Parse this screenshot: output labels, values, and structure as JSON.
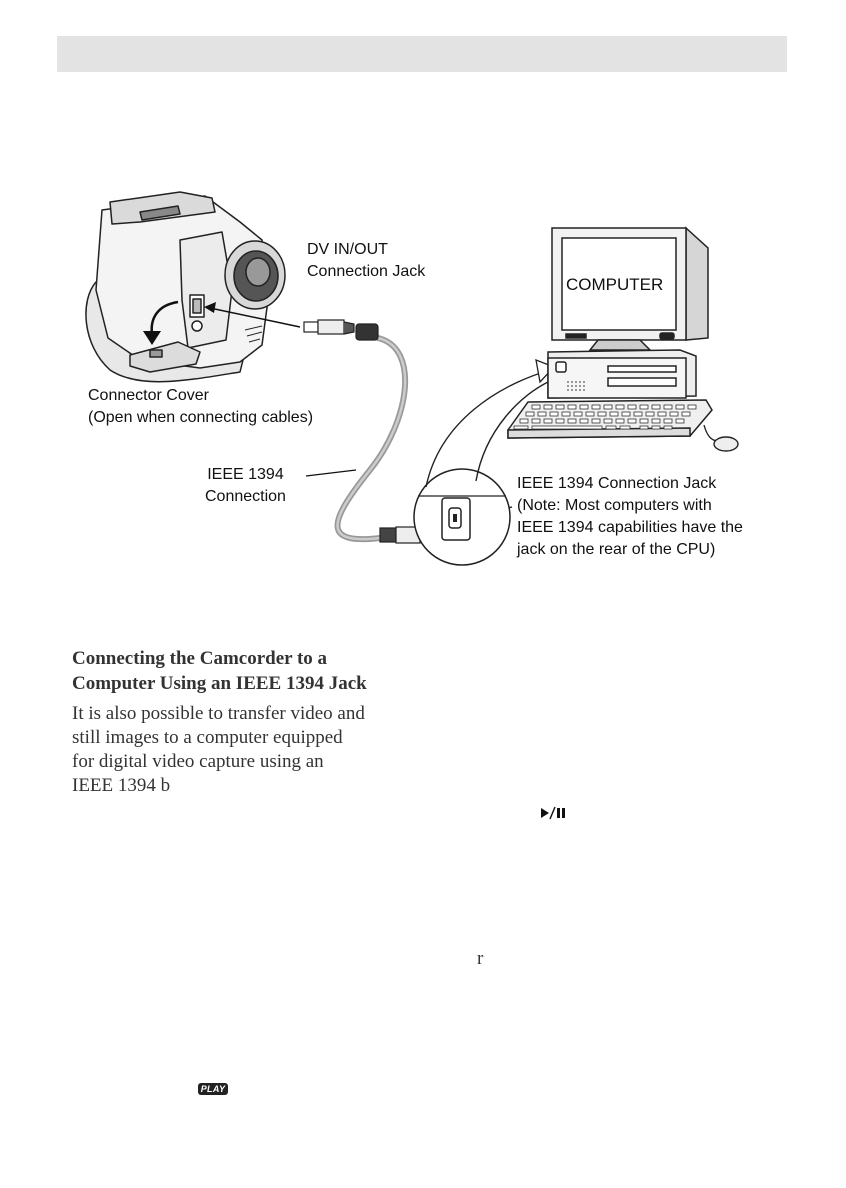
{
  "diagram": {
    "dv_jack_label": [
      "DV IN/OUT",
      "Connection Jack"
    ],
    "connector_cover_label": [
      "Connector Cover",
      "(Open when connecting cables)"
    ],
    "ieee_connection_label": [
      "IEEE 1394",
      "Connection"
    ],
    "ieee_jack_note": [
      "IEEE 1394 Connection Jack",
      "(Note: Most computers with",
      "IEEE 1394 capabilities have the",
      "jack on the rear of the CPU)"
    ],
    "computer_label": "COMPUTER"
  },
  "section": {
    "heading": [
      "Connecting the Camcorder to a",
      "Computer Using an IEEE 1394 Jack"
    ],
    "body": [
      "It is also possible to transfer video and",
      "still images to a computer equipped",
      "for digital video capture using an",
      "IEEE 1394 b"
    ]
  },
  "fragments": {
    "stray_char": "r",
    "play_badge": "PLAY"
  }
}
